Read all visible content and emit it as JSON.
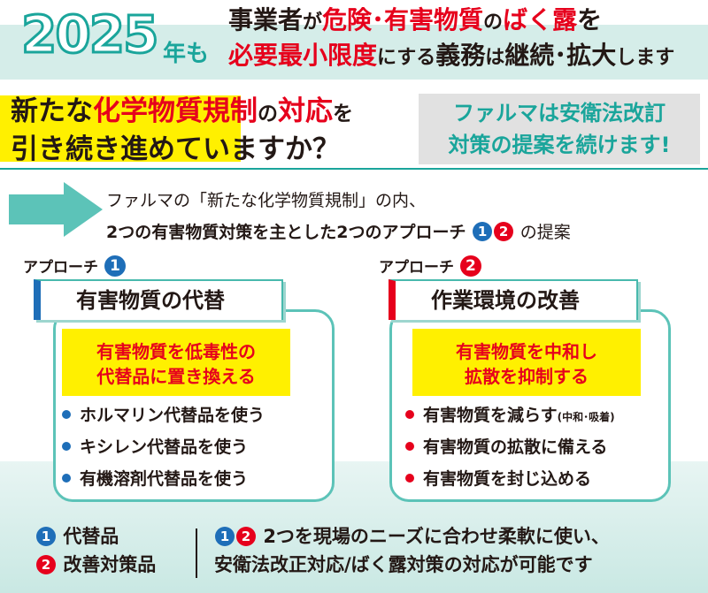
{
  "header": {
    "year": "2025",
    "year_suffix": "年も",
    "line1": [
      {
        "t": "事業者",
        "c": "n"
      },
      {
        "t": "が",
        "c": "s"
      },
      {
        "t": "危険･有害物質",
        "c": "r"
      },
      {
        "t": "の",
        "c": "s"
      },
      {
        "t": "ばく露",
        "c": "r"
      },
      {
        "t": "を",
        "c": "n"
      }
    ],
    "line2": [
      {
        "t": "必要最小限度",
        "c": "r"
      },
      {
        "t": "にする",
        "c": "s"
      },
      {
        "t": "義務",
        "c": "n"
      },
      {
        "t": "は",
        "c": "s"
      },
      {
        "t": "継続･拡大",
        "c": "n"
      },
      {
        "t": "します",
        "c": "s"
      }
    ]
  },
  "question": {
    "line1_a": "新たな",
    "line1_b": "化学物質規制",
    "line1_c": "の",
    "line1_d": "対応",
    "line1_e": "を",
    "line2": "引き続き進めていますか？"
  },
  "answer": {
    "line1": "ファルマは安衛法改訂",
    "line2": "対策の提案を続けます!"
  },
  "intro": {
    "line1": "ファルマの「新たな化学物質規制」の内、",
    "line2": "2つの有害物質対策を主とした2つのアプローチ",
    "n1": "1",
    "n2": "2",
    "line2_end": "の提案"
  },
  "approach1": {
    "label": "アプローチ",
    "number": "1",
    "title": "有害物質の代替",
    "highlight_1": "有害物質を低毒性の",
    "highlight_2": "代替品に置き換える",
    "items": [
      "ホルマリン代替品を使う",
      "キシレン代替品を使う",
      "有機溶剤代替品を使う"
    ]
  },
  "approach2": {
    "label": "アプローチ",
    "number": "2",
    "title": "作業環境の改善",
    "highlight_1": "有害物質を中和し",
    "highlight_2": "拡散を抑制する",
    "items": [
      "有害物質を減らす",
      "有害物質の拡散に備える",
      "有害物質を封じ込める"
    ],
    "item1_note": "(中和･吸着)"
  },
  "footer": {
    "legend1_num": "1",
    "legend1": "代替品",
    "legend2_num": "2",
    "legend2": "改善対策品",
    "text1": "2つを現場のニーズに合わせ柔軟に使い、",
    "text2": "安衛法改正対応/ばく露対策の対応が可能です"
  },
  "colors": {
    "teal": "#1aa59b",
    "red": "#e6001c",
    "blue": "#1e6eb8",
    "yellow": "#fff000"
  }
}
